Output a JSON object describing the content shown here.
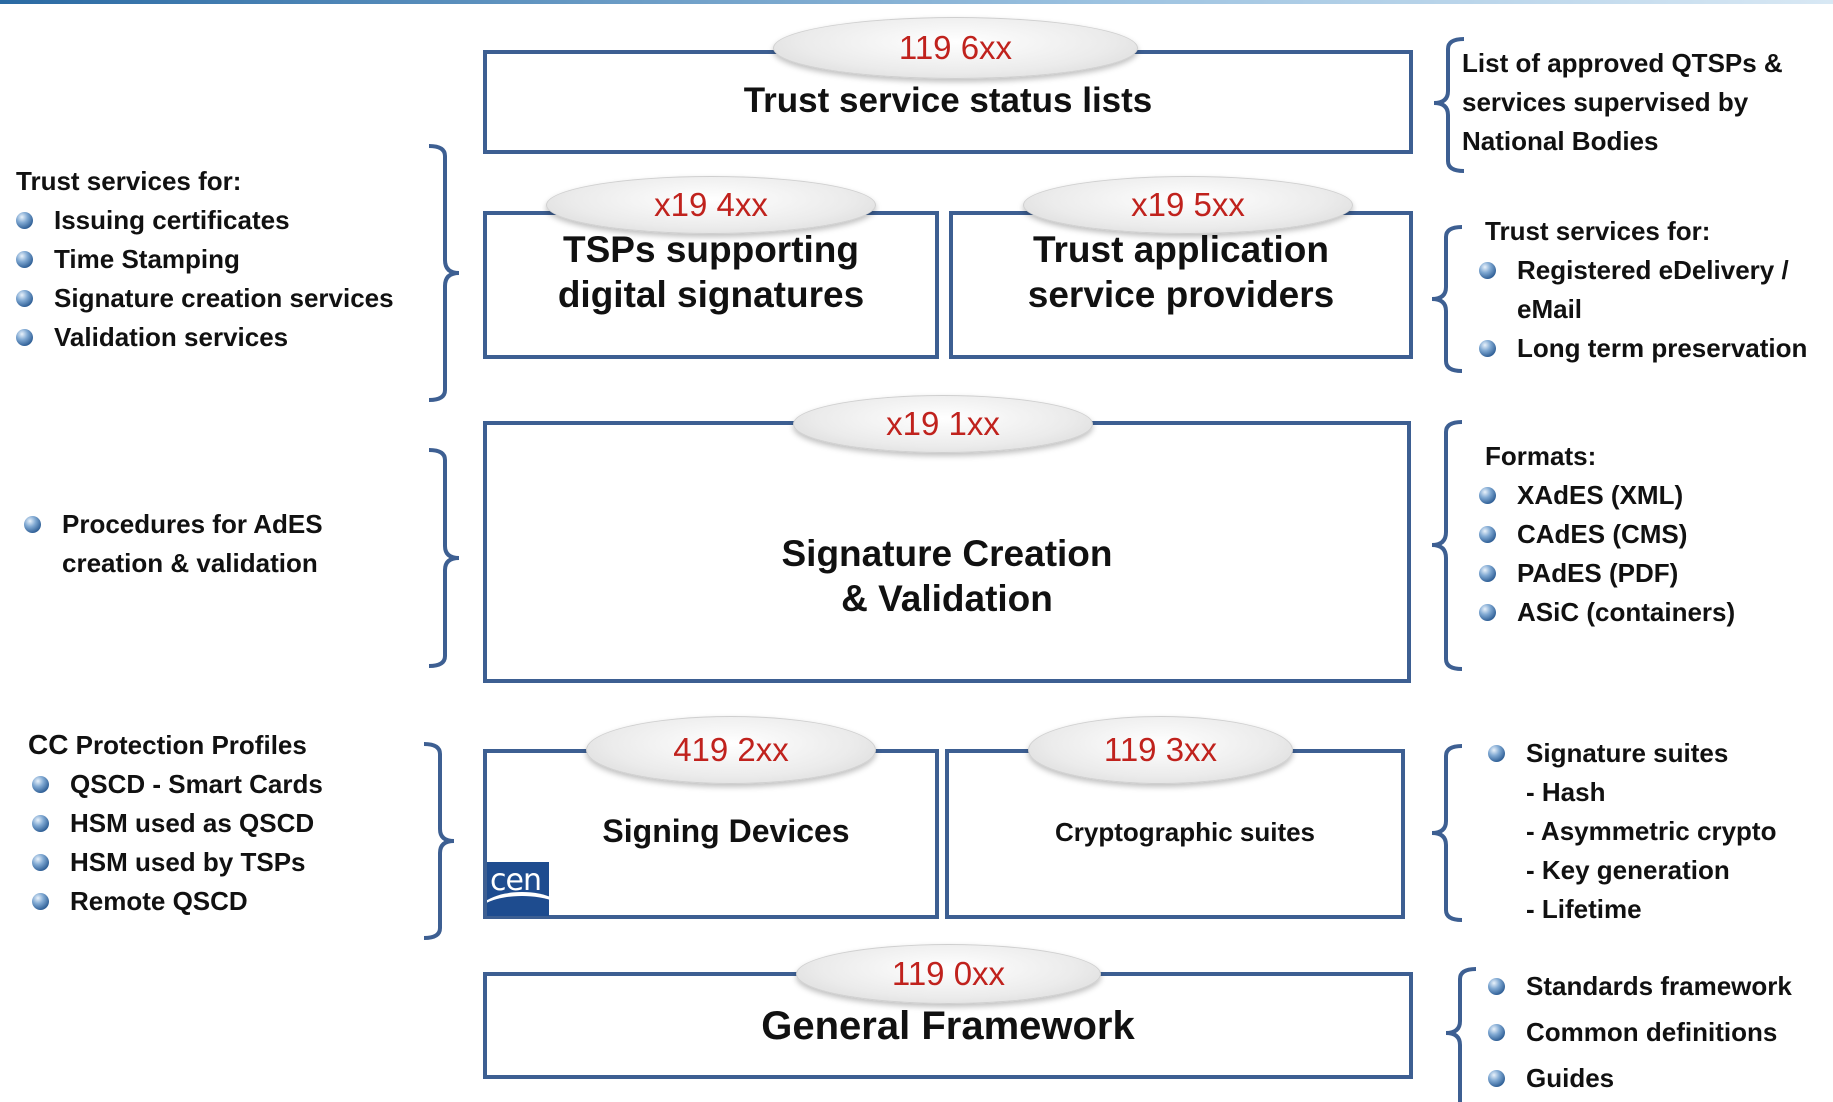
{
  "boxes": {
    "status_lists": {
      "title": "Trust service status lists",
      "code": "119 6xx"
    },
    "tsp_signatures": {
      "title_line1": "TSPs supporting",
      "title_line2": "digital signatures",
      "code": "x19 4xx"
    },
    "trust_app_providers": {
      "title_line1": "Trust application",
      "title_line2": "service providers",
      "code": "x19 5xx"
    },
    "signature_creation": {
      "title_line1": "Signature Creation",
      "title_line2": "& Validation",
      "code": "x19 1xx"
    },
    "signing_devices": {
      "title": "Signing Devices",
      "code": "419 2xx",
      "logo_text": "cen"
    },
    "crypto_suites": {
      "title": "Cryptographic  suites",
      "code": "119 3xx"
    },
    "general_framework": {
      "title": "General Framework",
      "code": "119 0xx"
    }
  },
  "left_notes": {
    "trust_services": {
      "heading": "Trust services for:",
      "items": [
        "Issuing certificates",
        "Time Stamping",
        "Signature creation services",
        "Validation services"
      ]
    },
    "procedures": {
      "line1": "Procedures for AdES",
      "line2": "creation & validation"
    },
    "protection_profiles": {
      "heading_prefix": "CC",
      "heading_rest": " Protection Profiles",
      "items": [
        "QSCD - Smart Cards",
        "HSM used as QSCD",
        "HSM used by TSPs",
        "Remote QSCD"
      ]
    }
  },
  "right_notes": {
    "approved_list": {
      "line1": "List of approved QTSPs  &",
      "line2": "services supervised by",
      "line3": "National Bodies"
    },
    "trust_services": {
      "heading": "Trust services for:",
      "item1_line1": "Registered eDelivery /",
      "item1_line2": "eMail",
      "item2": "Long term preservation"
    },
    "formats": {
      "heading": "Formats:",
      "items": [
        "XAdES (XML)",
        "CAdES (CMS)",
        "PAdES (PDF)",
        "ASiC (containers)"
      ]
    },
    "signature_suites": {
      "heading": "Signature suites",
      "subitems": [
        "- Hash",
        "- Asymmetric crypto",
        "- Key generation",
        "- Lifetime"
      ]
    },
    "framework": {
      "items": [
        "Standards framework",
        "Common definitions",
        "Guides"
      ]
    }
  },
  "colors": {
    "box_border": "#3d5f92",
    "code_text": "#c0221d",
    "brace": "#3d5f92"
  }
}
